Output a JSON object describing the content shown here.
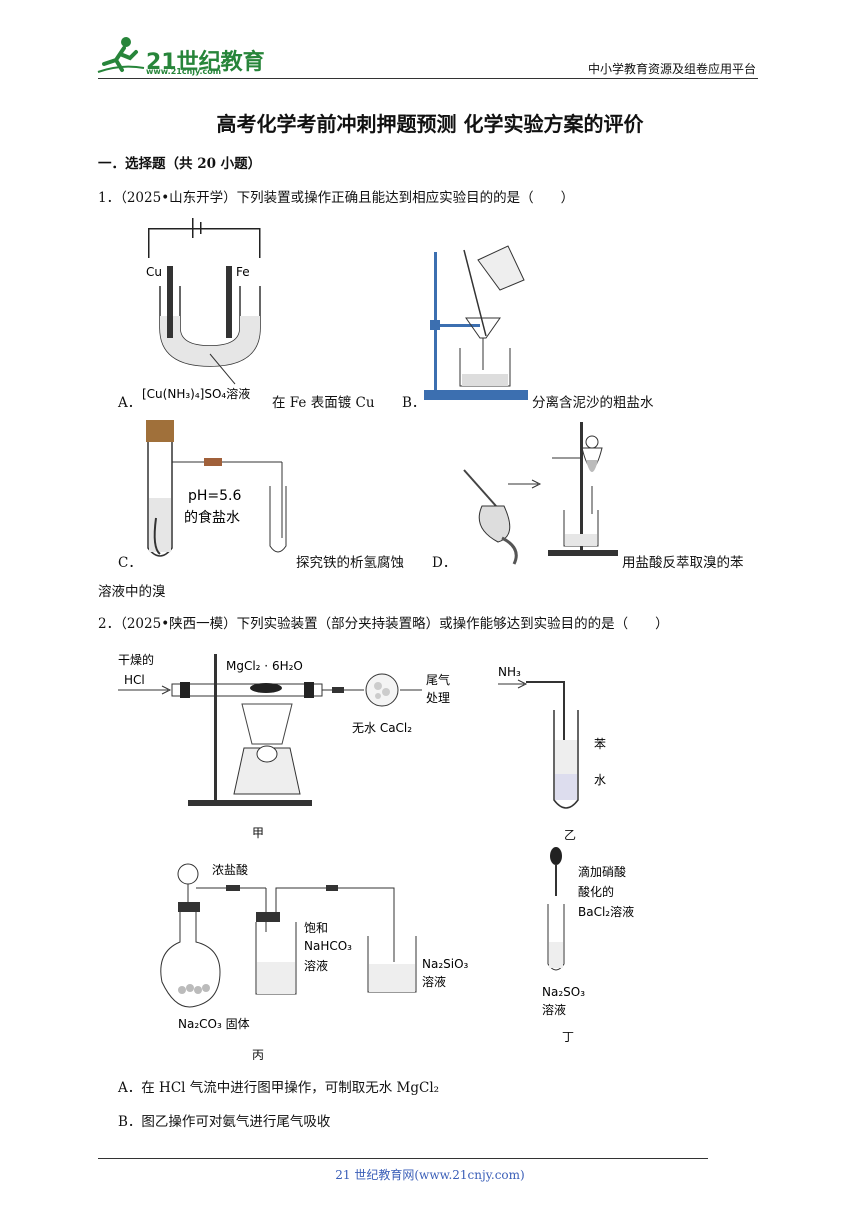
{
  "header": {
    "logo_text": "21世纪教育",
    "logo_url": "www.21cnjy.com",
    "right_text": "中小学教育资源及组卷应用平台"
  },
  "title": "高考化学考前冲刺押题预测  化学实验方案的评价",
  "section": "一．选择题（共 20 小题）",
  "q1": {
    "stem": "1．（2025•山东开学）下列装置或操作正确且能达到相应实验目的的是（　　）",
    "A": {
      "letter": "A．",
      "text": "在 Fe 表面镀 Cu",
      "fig": {
        "cu": "Cu",
        "fe": "Fe",
        "sol": "[Cu(NH₃)₄]SO₄溶液"
      }
    },
    "B": {
      "letter": "B．",
      "text": "分离含泥沙的粗盐水"
    },
    "C": {
      "letter": "C．",
      "text": "探究铁的析氢腐蚀",
      "fig": {
        "ph": "pH=5.6",
        "water": "的食盐水"
      }
    },
    "D": {
      "letter": "D．",
      "text": "用盐酸反萃取溴的苯",
      "cont": "溶液中的溴"
    }
  },
  "q2": {
    "stem": "2．（2025•陕西一模）下列实验装置（部分夹持装置略）或操作能够达到实验目的的是（　　）",
    "jia": {
      "gas1": "干燥的",
      "gas2": "HCl",
      "salt": "MgCl₂ · 6H₂O",
      "tail1": "尾气",
      "tail2": "处理",
      "cacl2": "无水 CaCl₂",
      "name": "甲"
    },
    "yi": {
      "nh3": "NH₃",
      "benzene": "苯",
      "water": "水",
      "name": "乙"
    },
    "bing": {
      "acid": "浓盐酸",
      "sat1": "饱和",
      "sat2": "NaHCO₃",
      "sat3": "溶液",
      "sil1": "Na₂SiO₃",
      "sil2": "溶液",
      "solid": "Na₂CO₃ 固体",
      "name": "丙"
    },
    "ding": {
      "r1": "滴加硝酸",
      "r2": "酸化的",
      "r3": "BaCl₂溶液",
      "s1": "Na₂SO₃",
      "s2": "溶液",
      "name": "丁"
    },
    "optA": "A．在 HCl 气流中进行图甲操作，可制取无水 MgCl₂",
    "optB": "B．图乙操作可对氨气进行尾气吸收"
  },
  "footer": "21 世纪教育网(www.21cnjy.com)"
}
